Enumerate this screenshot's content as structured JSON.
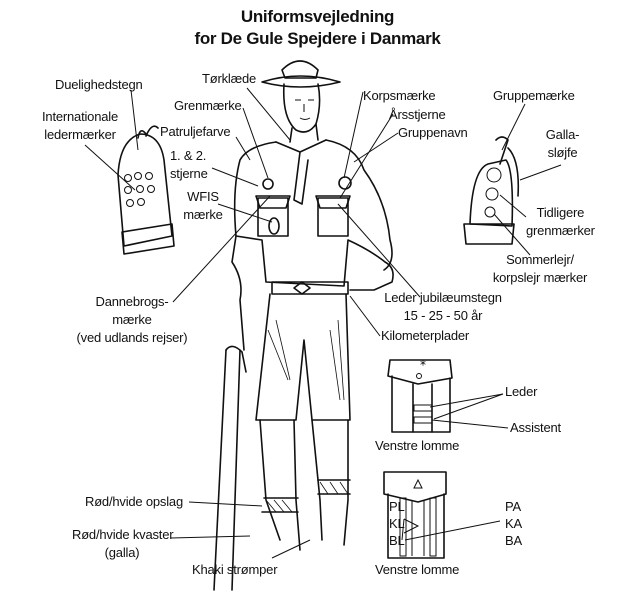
{
  "title": {
    "line1": "Uniformsvejledning",
    "line2": "for De Gule Spejdere i Danmark"
  },
  "labels": {
    "duelighedstegn": "Duelighedstegn",
    "internationale_1": "Internationale",
    "internationale_2": "ledermærker",
    "torklaede": "Tørklæde",
    "grenmaerke": "Grenmærke",
    "patruljefarve": "Patruljefarve",
    "stjerne_1": "1. & 2.",
    "stjerne_2": "stjerne",
    "wfis_1": "WFIS",
    "wfis_2": "mærke",
    "dannebrog_1": "Dannebrogs-",
    "dannebrog_2": "mærke",
    "dannebrog_3": "(ved udlands rejser)",
    "korpsmaerke": "Korpsmærke",
    "arsstjerne": "Årsstjerne",
    "gruppenavn": "Gruppenavn",
    "gruppemaerke": "Gruppemærke",
    "galla_1": "Galla-",
    "galla_2": "sløjfe",
    "tidligere_1": "Tidligere",
    "tidligere_2": "grenmærker",
    "sommerlejr_1": "Sommerlejr/",
    "sommerlejr_2": "korpslejr mærker",
    "jubilaeum_1": "Leder jubilæumstegn",
    "jubilaeum_2": "15 - 25 - 50 år",
    "kilometerplader": "Kilometerplader",
    "leder": "Leder",
    "assistent": "Assistent",
    "venstre_lomme_1": "Venstre lomme",
    "pl": "PL",
    "kl": "KL",
    "bl": "BL",
    "pa": "PA",
    "ka": "KA",
    "ba": "BA",
    "venstre_lomme_2": "Venstre lomme",
    "opslag": "Rød/hvide opslag",
    "kvaster_1": "Rød/hvide kvaster",
    "kvaster_2": "(galla)",
    "stromper": "Khaki strømper"
  }
}
